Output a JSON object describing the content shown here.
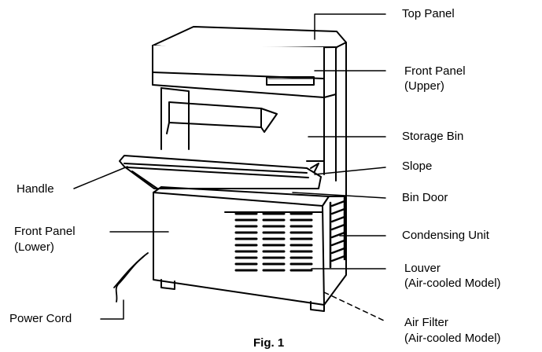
{
  "figure": {
    "caption": "Fig. 1",
    "colors": {
      "line": "#000000",
      "background": "#ffffff"
    },
    "labels": {
      "top_panel": "Top Panel",
      "front_panel_upper_line1": "Front Panel",
      "front_panel_upper_line2": "(Upper)",
      "storage_bin": "Storage Bin",
      "slope": "Slope",
      "handle": "Handle",
      "bin_door": "Bin Door",
      "front_panel_lower_line1": "Front Panel",
      "front_panel_lower_line2": "(Lower)",
      "condensing_unit": "Condensing Unit",
      "louver_line1": "Louver",
      "louver_line2": "(Air-cooled Model)",
      "power_cord": "Power Cord",
      "air_filter_line1": "Air Filter",
      "air_filter_line2": "(Air-cooled Model)"
    }
  }
}
